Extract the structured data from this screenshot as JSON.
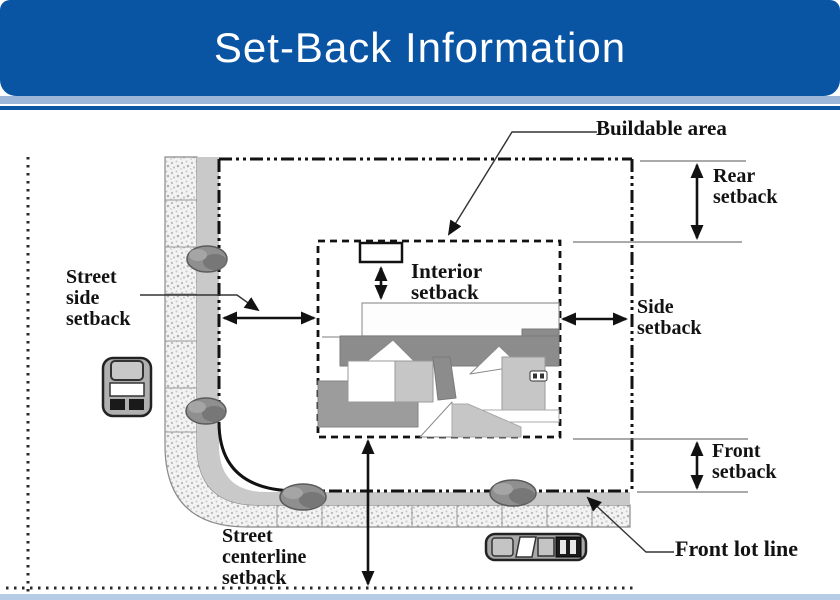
{
  "header": {
    "title": "Set-Back Information"
  },
  "diagram": {
    "labels": {
      "buildable_area": "Buildable area",
      "rear_setback": "Rear\nsetback",
      "street_side_setback": "Street\nside\nsetback",
      "interior_setback": "Interior\nsetback",
      "side_setback": "Side\nsetback",
      "front_setback": "Front\nsetback",
      "street_centerline_setback": "Street\ncenterline\nsetback",
      "front_lot_line": "Front lot line"
    },
    "colors": {
      "header_blue": "#0a54a4",
      "header_light_blue": "#9cb6da",
      "bottom_strip_blue": "#b7cde7",
      "roof_dark_gray": "#8c8c8c",
      "roof_light_gray": "#c6c6c6",
      "parkway_gray": "#c9c9c9",
      "line_black": "#121212"
    }
  }
}
